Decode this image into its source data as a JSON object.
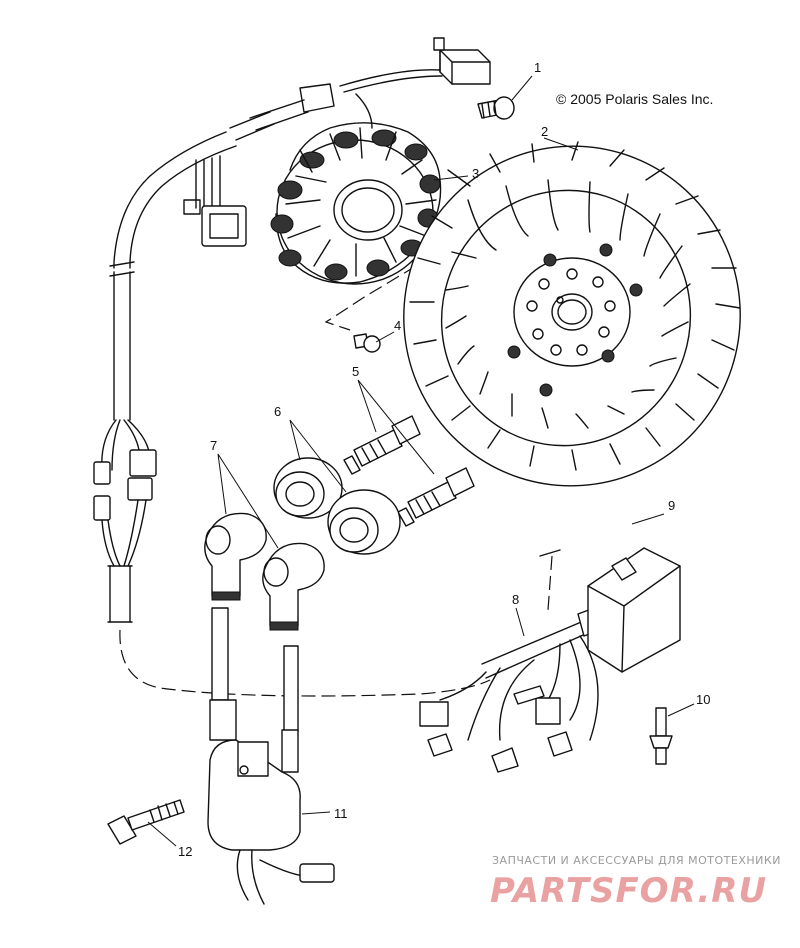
{
  "copyright": "© 2005 Polaris Sales Inc.",
  "watermark": {
    "tagline": "ЗАПЧАСТИ И АКСЕССУАРЫ ДЛЯ МОТОТЕХНИКИ",
    "logo": "PARTSFOR.RU",
    "color": "#e9a1a1"
  },
  "callouts": {
    "c1": "1",
    "c2": "2",
    "c3": "3",
    "c4": "4",
    "c5": "5",
    "c6": "6",
    "c7": "7",
    "c8": "8",
    "c9": "9",
    "c10": "10",
    "c11": "11",
    "c12": "12"
  }
}
